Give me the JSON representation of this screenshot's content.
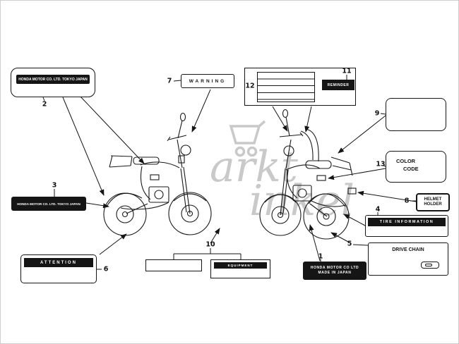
{
  "watermark": {
    "part1": "arkt",
    "part2": "inkel"
  },
  "labels": {
    "top_manufacturer": "HONDA MOTOR CO. LTD. TOKYO JAPAN",
    "left_manufacturer": "HONDA MOTOR CO. LTD. TOKYO JAPAN",
    "warning": "WARNING",
    "reminder": "REMINDER",
    "color_code_line1": "COLOR",
    "color_code_line2": "CODE",
    "helmet_line1": "HELMET",
    "helmet_line2": "HOLDER",
    "tire_information": "TIRE INFORMATION",
    "drive_chain": "DRIVE CHAIN",
    "attention": "ATTENTION",
    "equipment": "EQUIPMENT",
    "made_in_line1": "HONDA MOTOR CO LTD",
    "made_in_line2": "MADE IN JAPAN"
  },
  "callouts": {
    "c1": "1",
    "c2": "2",
    "c3": "3",
    "c4": "4",
    "c5": "5",
    "c6": "6",
    "c7": "7",
    "c8": "8",
    "c9": "9",
    "c10": "10",
    "c11": "11",
    "c12": "12",
    "c13": "13"
  }
}
